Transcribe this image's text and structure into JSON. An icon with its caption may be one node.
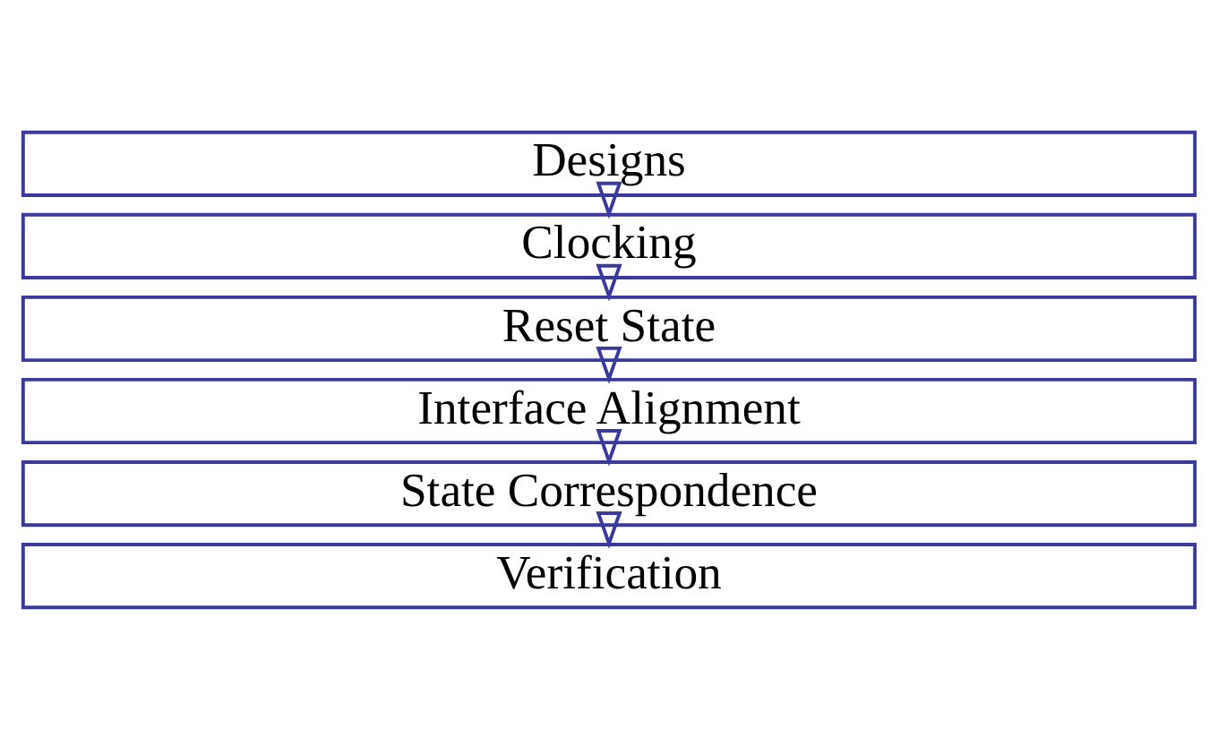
{
  "diagram": {
    "nodes": [
      {
        "text": [
          "Designs"
        ]
      },
      {
        "text": [
          "Clocking"
        ]
      },
      {
        "text": [
          "Reset State"
        ]
      },
      {
        "text": [
          "Interface Alignment"
        ]
      },
      {
        "text": [
          "State Correspondence"
        ]
      },
      {
        "text": [
          "Verification"
        ]
      }
    ],
    "edges": [
      {
        "from": 0,
        "to": 1,
        "arrow": "to"
      },
      {
        "from": 1,
        "to": 2,
        "arrow": "to"
      },
      {
        "from": 2,
        "to": 3,
        "arrow": "to"
      },
      {
        "from": 3,
        "to": 4,
        "arrow": "to"
      },
      {
        "from": 4,
        "to": 5,
        "arrow": "to"
      }
    ]
  }
}
